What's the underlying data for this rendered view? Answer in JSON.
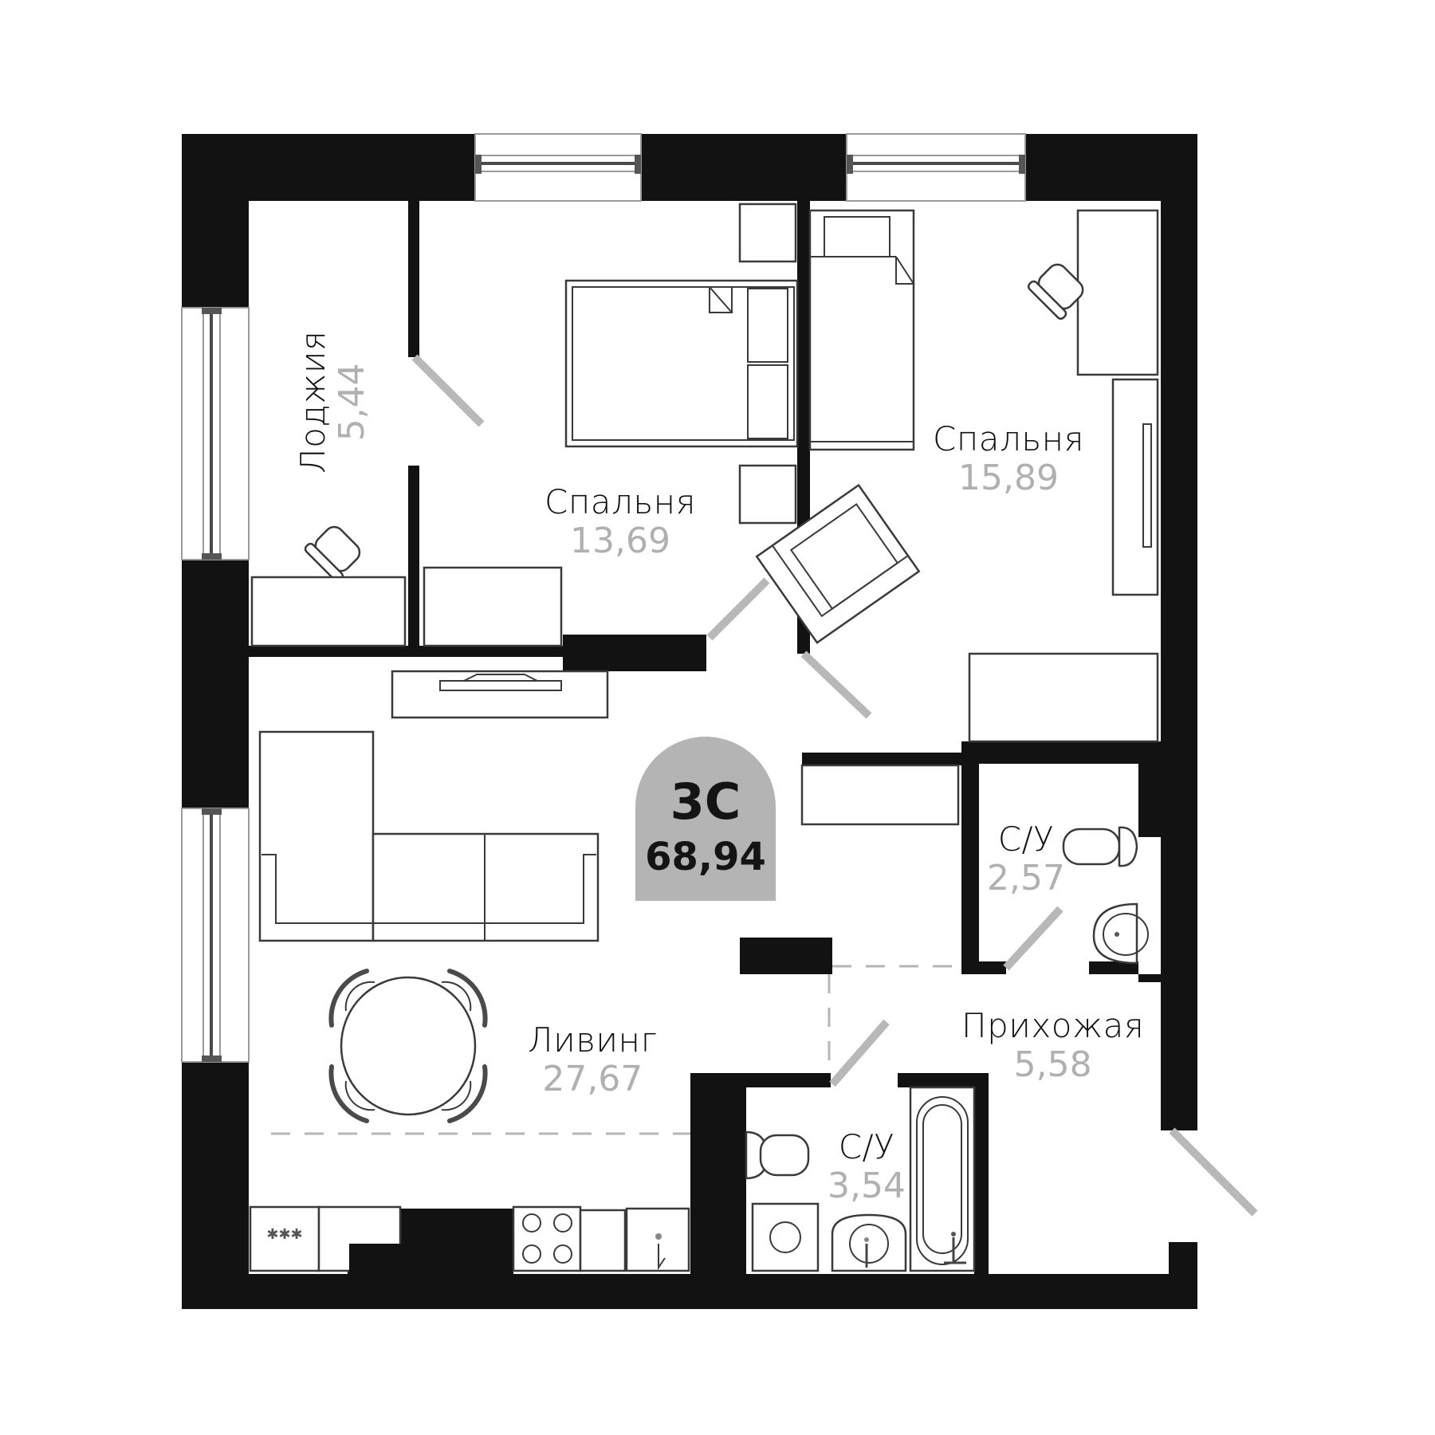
{
  "plan": {
    "apartment_type": "3С",
    "total_area": "68,94",
    "badge_color": "#b4b4b4",
    "wall_color": "#121212",
    "room_name_color": "#111111",
    "area_color": "#b0b0b0",
    "door_color": "#b8b8b8"
  },
  "rooms": [
    {
      "id": "loggia",
      "name": "Лоджия",
      "area": "5,44",
      "orientation": "vertical"
    },
    {
      "id": "bedroom-1",
      "name": "Спальня",
      "area": "13,69"
    },
    {
      "id": "bedroom-2",
      "name": "Спальня",
      "area": "15,89"
    },
    {
      "id": "bathroom-1",
      "name": "С/У",
      "area": "2,57"
    },
    {
      "id": "living",
      "name": "Ливинг",
      "area": "27,67"
    },
    {
      "id": "hallway",
      "name": "Прихожая",
      "area": "5,58"
    },
    {
      "id": "bathroom-2",
      "name": "С/У",
      "area": "3,54"
    }
  ],
  "icons": {
    "bed-double": "double-bed-icon",
    "bed-single": "single-bed-icon",
    "armchair": "armchair-icon",
    "desk-chair": "office-chair-icon",
    "wardrobe": "wardrobe-icon",
    "sofa": "corner-sofa-icon",
    "tv": "tv-stand-icon",
    "dining-table": "dining-table-icon",
    "stove": "stove-icon",
    "sink": "sink-icon",
    "toilet": "toilet-icon",
    "bathtub": "bathtub-icon",
    "washer": "washing-machine-icon",
    "window": "window-icon",
    "door": "door-swing-icon"
  }
}
